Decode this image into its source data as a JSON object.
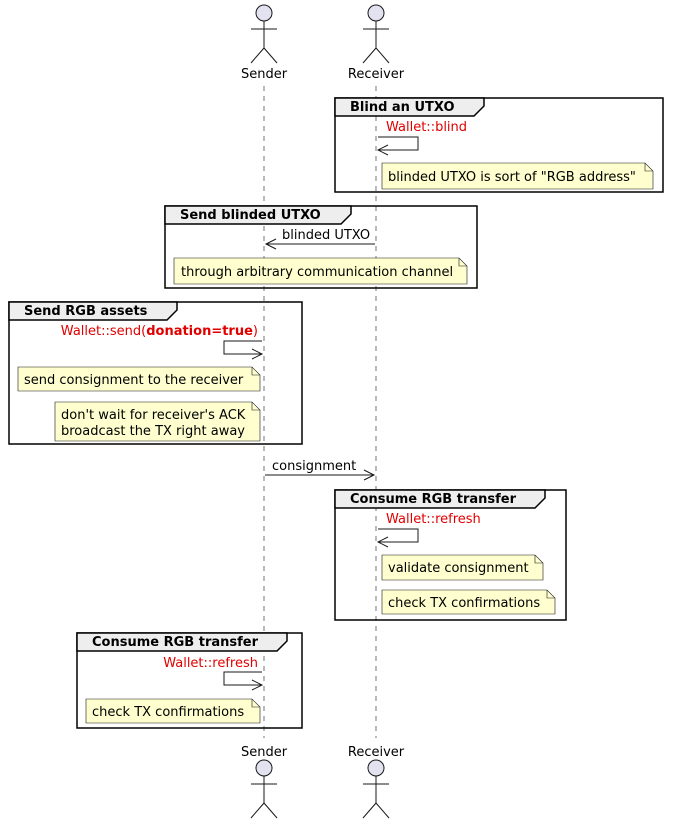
{
  "participants": {
    "sender": "Sender",
    "receiver": "Receiver"
  },
  "groups": [
    {
      "title": "Blind an UTXO"
    },
    {
      "title": "Send blinded UTXO"
    },
    {
      "title": "Send RGB assets"
    },
    {
      "title": "Consume RGB transfer"
    },
    {
      "title": "Consume RGB transfer"
    }
  ],
  "messages": {
    "blind_call": "Wallet::blind",
    "blinded_utxo": "blinded UTXO",
    "send_call_prefix": "Wallet::send(",
    "send_call_bold": "donation=true",
    "send_call_suffix": ")",
    "consignment": "consignment",
    "receiver_refresh": "Wallet::refresh",
    "sender_refresh": "Wallet::refresh"
  },
  "notes": {
    "blind_note": "blinded UTXO is sort of \"RGB address\"",
    "channel_note": "through arbitrary communication channel",
    "send_note": "send consignment to the receiver",
    "ack_note_line1": "don't wait for receiver's ACK",
    "ack_note_line2": "broadcast the TX right away",
    "validate_note": "validate consignment",
    "receiver_confirm_note": "check TX confirmations",
    "sender_confirm_note": "check TX confirmations"
  },
  "colors": {
    "actor_fill": "#e2e2f0",
    "note_fill": "#fefece",
    "group_header_fill": "#eeeeee",
    "call_text": "#e00000"
  }
}
